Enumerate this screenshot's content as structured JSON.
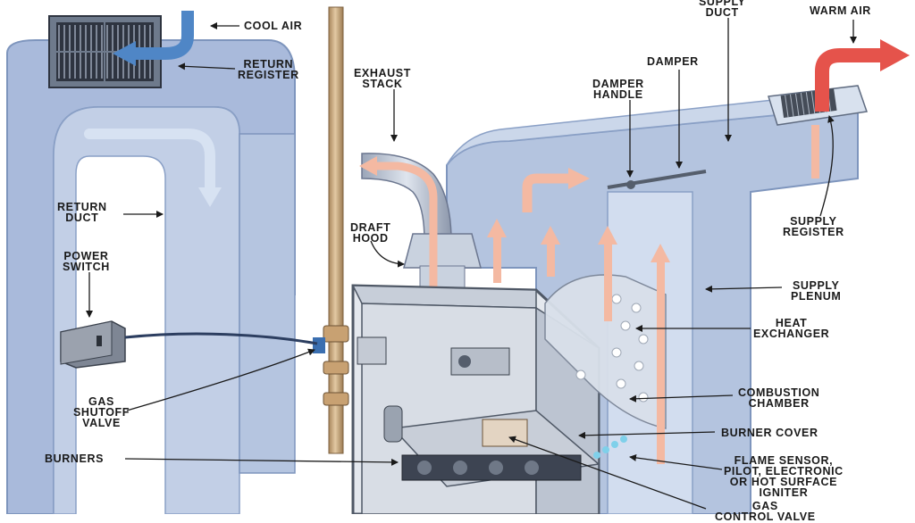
{
  "labels": {
    "cool_air": "COOL AIR",
    "return_register": [
      "RETURN",
      "REGISTER"
    ],
    "exhaust_stack": [
      "EXHAUST",
      "STACK"
    ],
    "supply_duct": [
      "SUPPLY",
      "DUCT"
    ],
    "warm_air": "WARM AIR",
    "damper": "DAMPER",
    "damper_handle": [
      "DAMPER",
      "HANDLE"
    ],
    "return_duct": [
      "RETURN",
      "DUCT"
    ],
    "draft_hood": [
      "DRAFT",
      "HOOD"
    ],
    "supply_register": [
      "SUPPLY",
      "REGISTER"
    ],
    "power_switch": [
      "POWER",
      "SWITCH"
    ],
    "supply_plenum": [
      "SUPPLY",
      "PLENUM"
    ],
    "heat_exchanger": [
      "HEAT",
      "EXCHANGER"
    ],
    "gas_shutoff_valve": [
      "GAS",
      "SHUTOFF",
      "VALVE"
    ],
    "combustion_chamber": [
      "COMBUSTION",
      "CHAMBER"
    ],
    "burner_cover": "BURNER COVER",
    "burners": "BURNERS",
    "flame_sensor": [
      "FLAME SENSOR,",
      "PILOT, ELECTRONIC",
      "OR HOT SURFACE",
      "IGNITER"
    ],
    "gas_control_valve": [
      "GAS",
      "CONTROL VALVE"
    ]
  },
  "colors": {
    "duct": "#aebfd9",
    "duct_dark": "#8197bd",
    "warm_arrow": "#f4b9a2",
    "cool_arrow": "#4f86c6",
    "red_arrow": "#e5534b",
    "pipe": "#c9a77a"
  }
}
